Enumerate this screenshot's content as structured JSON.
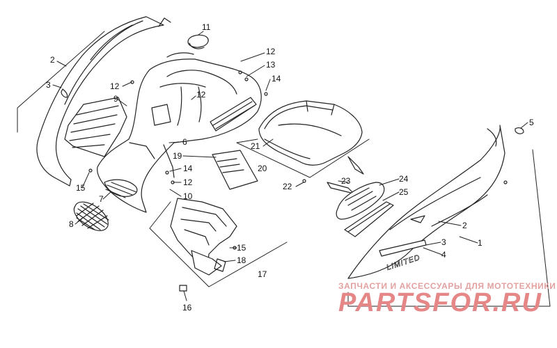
{
  "labels": {
    "l1": "1",
    "l2a": "2",
    "l2b": "2",
    "l3a": "3",
    "l3b": "3",
    "l4": "4",
    "l5": "5",
    "l6": "6",
    "l7": "7",
    "l8": "8",
    "l9": "9",
    "l10": "10",
    "l11": "11",
    "l12a": "12",
    "l12b": "12",
    "l12c": "12",
    "l12d": "12",
    "l13": "13",
    "l14a": "14",
    "l14b": "14",
    "l15a": "15",
    "l15b": "15",
    "l16": "16",
    "l17": "17",
    "l18": "18",
    "l19": "19",
    "l20": "20",
    "l21": "21",
    "l22": "22",
    "l23": "23",
    "l24": "24",
    "l25": "25"
  },
  "decal_text": "LIMITED",
  "watermark": {
    "line1": "ЗАПЧАСТИ И АКСЕССУАРЫ ДЛЯ МОТОТЕХНИКИ",
    "brand": "PARTSFOR.RU"
  },
  "colors": {
    "line": "#222222",
    "watermark": "#e58787"
  }
}
